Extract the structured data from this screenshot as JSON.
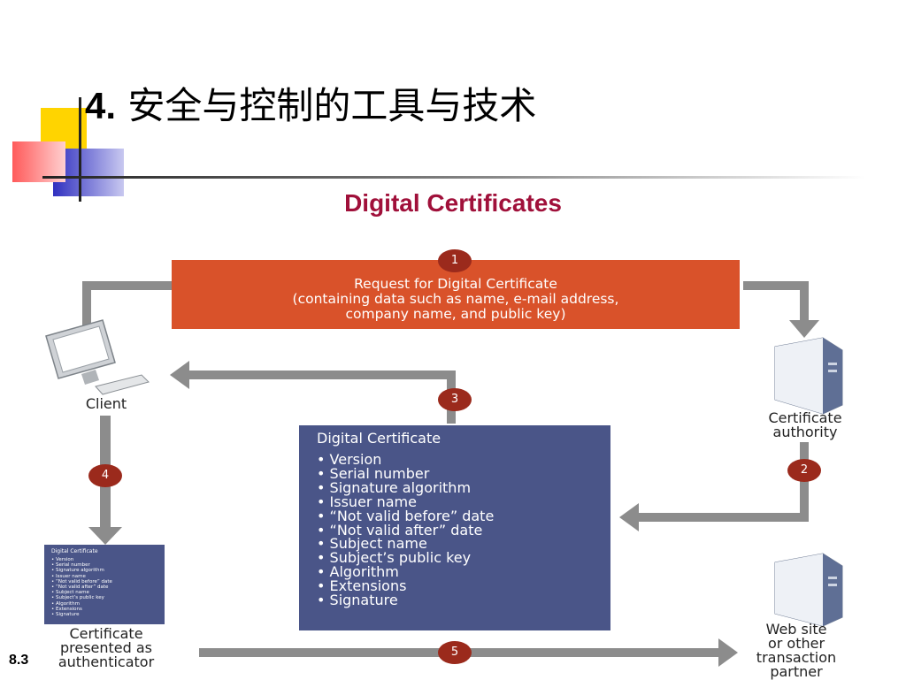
{
  "slide": {
    "title_number": "4.",
    "title_text": "安全与控制的工具与技术",
    "subtitle": "Digital Certificates",
    "page_number": "8.3"
  },
  "diagram": {
    "steps": [
      "1",
      "2",
      "3",
      "4",
      "5"
    ],
    "request_box": {
      "line1": "Request for Digital Certificate",
      "line2": "(containing data such as name, e-mail address,",
      "line3": "company name, and public key)"
    },
    "client_label": "Client",
    "ca_label": [
      "Certificate",
      "authority"
    ],
    "website_label": [
      "Web site",
      "or other",
      "transaction",
      "partner"
    ],
    "presented_label": [
      "Certificate",
      "presented as",
      "authenticator"
    ],
    "certificate": {
      "heading": "Digital Certificate",
      "fields": [
        "Version",
        "Serial number",
        "Signature algorithm",
        "Issuer name",
        "“Not valid before” date",
        "“Not valid after” date",
        "Subject name",
        "Subject’s public key",
        "Algorithm",
        "Extensions",
        "Signature"
      ]
    },
    "colors": {
      "request_box": "#d9522a",
      "certificate_box": "#4a5588",
      "step_badge": "#9b2a1c",
      "arrow": "#8c8c8c",
      "subtitle": "#a0103a"
    }
  }
}
